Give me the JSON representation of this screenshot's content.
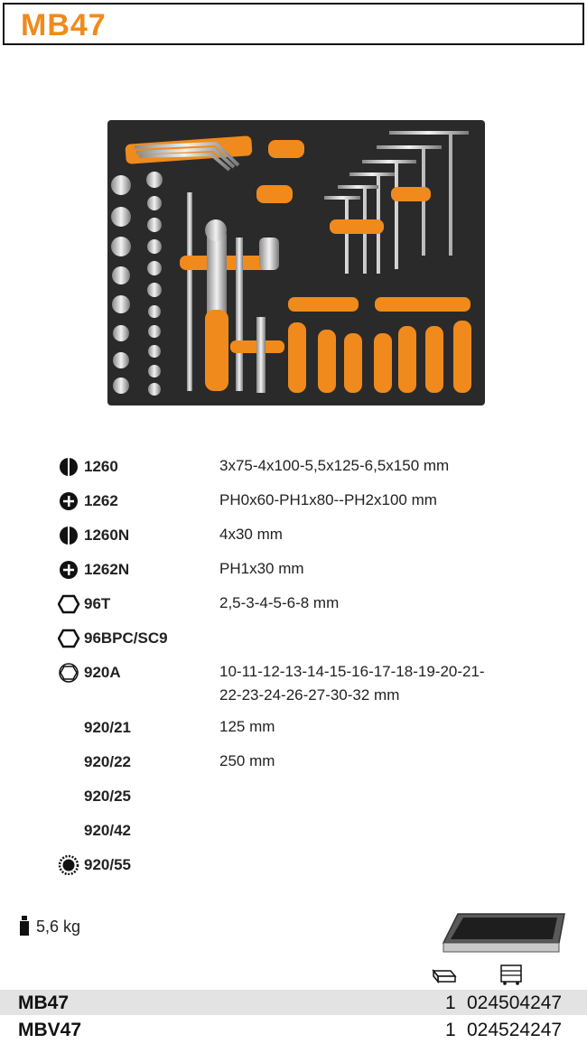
{
  "header": {
    "title": "MB47"
  },
  "specs": [
    {
      "icon": "slotted-screwdriver-icon",
      "code": "1260",
      "desc": "3x75-4x100-5,5x125-6,5x150 mm"
    },
    {
      "icon": "phillips-screwdriver-icon",
      "code": "1262",
      "desc": "PH0x60-PH1x80--PH2x100 mm"
    },
    {
      "icon": "slotted-screwdriver-icon",
      "code": "1260N",
      "desc": "4x30 mm"
    },
    {
      "icon": "phillips-screwdriver-icon",
      "code": "1262N",
      "desc": "PH1x30 mm"
    },
    {
      "icon": "hexagon-key-icon",
      "code": "96T",
      "desc": "2,5-3-4-5-6-8 mm"
    },
    {
      "icon": "hexagon-key-set-icon",
      "code": "96BPC/SC9",
      "desc": ""
    },
    {
      "icon": "socket-icon",
      "code": "920A",
      "desc": "10-11-12-13-14-15-16-17-18-19-20-21-",
      "desc2": "22-23-24-26-27-30-32 mm"
    },
    {
      "icon": "",
      "code": "920/21",
      "desc": "125 mm"
    },
    {
      "icon": "",
      "code": "920/22",
      "desc": "250 mm"
    },
    {
      "icon": "",
      "code": "920/25",
      "desc": ""
    },
    {
      "icon": "",
      "code": "920/42",
      "desc": ""
    },
    {
      "icon": "ratchet-72-teeth-icon",
      "code": "920/55",
      "desc": ""
    }
  ],
  "weight": {
    "icon": "weight-icon",
    "value": "5,6 kg"
  },
  "icons": {
    "package": "package-icon",
    "drawer": "tool-trolley-icon"
  },
  "products": [
    {
      "code": "MB47",
      "qty": "1",
      "ean": "024504247"
    },
    {
      "code": "MBV47",
      "qty": "1",
      "ean": "024524247"
    }
  ],
  "colors": {
    "accent": "#f08a1c",
    "tray": "#2a2a2a",
    "bar": "#e3e3e3"
  }
}
